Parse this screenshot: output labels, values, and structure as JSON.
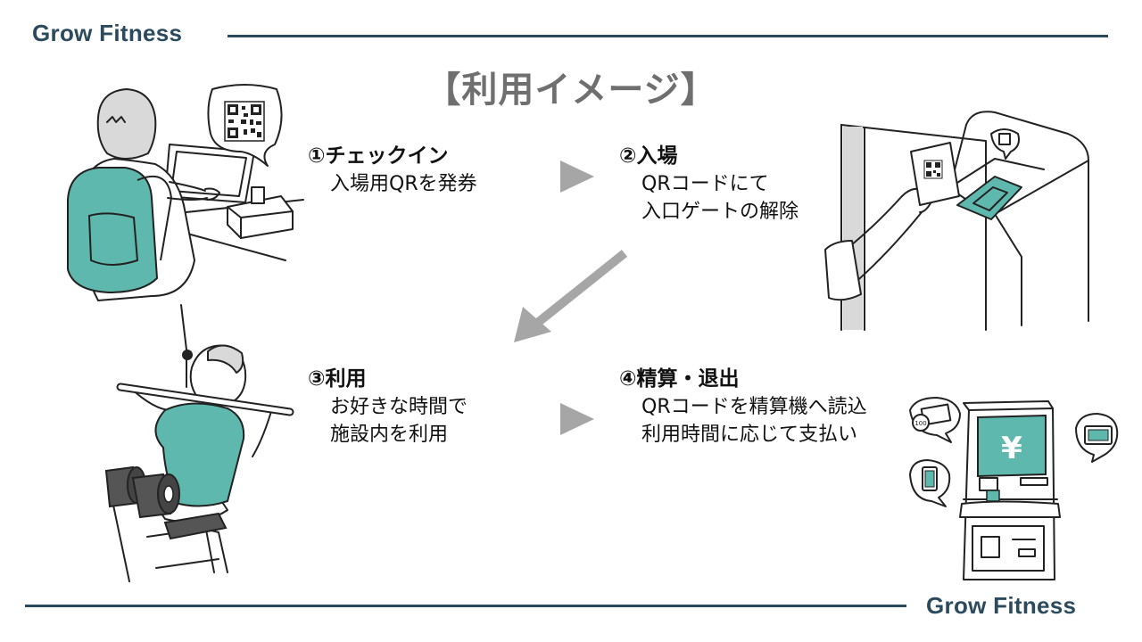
{
  "brand": "Grow Fitness",
  "title": "【利用イメージ】",
  "steps": [
    {
      "heading": "①チェックイン",
      "lines": [
        "入場用QRを発券"
      ]
    },
    {
      "heading": "②入場",
      "lines": [
        "QRコードにて",
        "入口ゲートの解除"
      ]
    },
    {
      "heading": "③利用",
      "lines": [
        "お好きな時間で",
        "施設内を利用"
      ]
    },
    {
      "heading": "④精算・退出",
      "lines": [
        "QRコードを精算機へ読込",
        "利用時間に応じて支払い"
      ]
    }
  ],
  "illustrations": {
    "kiosk_screen_symbol": "¥",
    "kiosk_coin_label": "100"
  },
  "colors": {
    "brand": "#2c4a5e",
    "title": "#6f6f6f",
    "arrow": "#a6a6a6",
    "accent_teal": "#5fb8ae",
    "line": "#222222"
  }
}
